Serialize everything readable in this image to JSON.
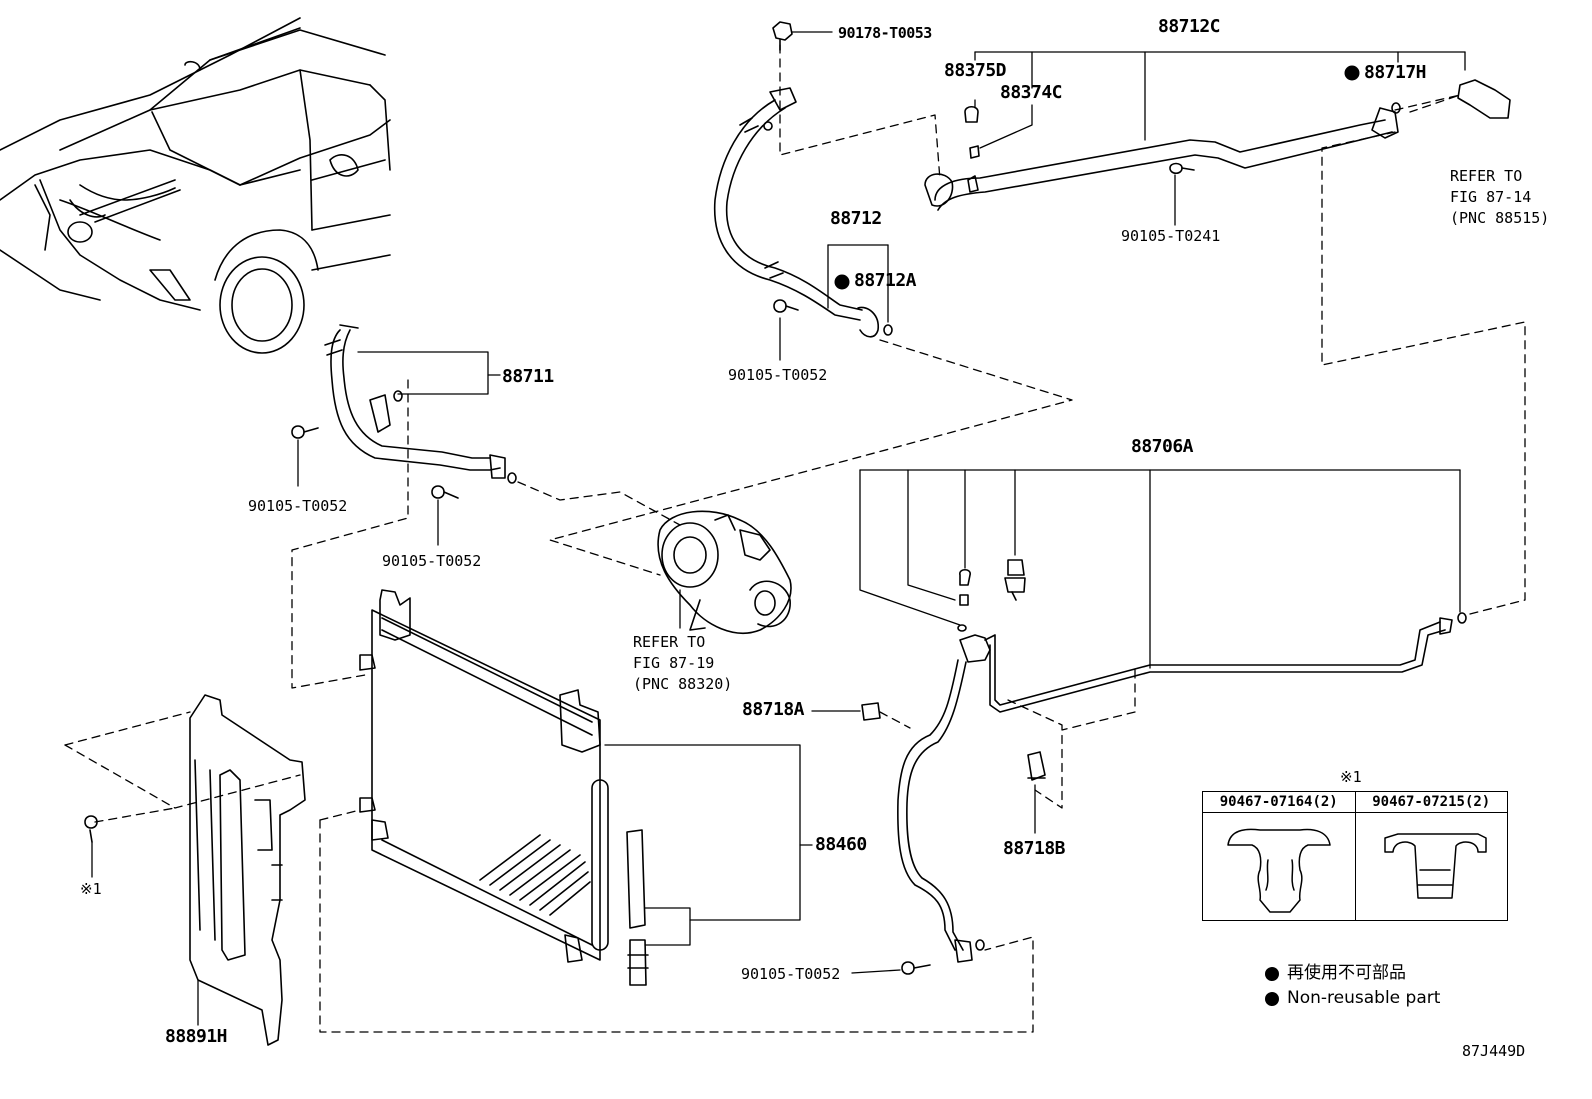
{
  "diagram_id": "87J449D",
  "parts": {
    "p90178_T0053": "90178-T0053",
    "p88712C": "88712C",
    "p88375D": "88375D",
    "p88374C": "88374C",
    "p88717H": "88717H",
    "p90105_T0241": "90105-T0241",
    "p88712": "88712",
    "p88712A": "88712A",
    "p90105_T0052_a": "90105-T0052",
    "p88711": "88711",
    "p90105_T0052_b": "90105-T0052",
    "p90105_T0052_c": "90105-T0052",
    "p88706A": "88706A",
    "p88718A": "88718A",
    "p88718B": "88718B",
    "p88460": "88460",
    "p88891H": "88891H",
    "p90105_T0052_d": "90105-T0052",
    "note_mark": "※1"
  },
  "refs": {
    "ref_88515": "REFER TO\nFIG 87-14\n(PNC 88515)",
    "ref_88320": "REFER TO\nFIG 87-19\n(PNC 88320)"
  },
  "clip_table": {
    "title": "※1",
    "col1": "90467-07164(2)",
    "col2": "90467-07215(2)"
  },
  "legend": {
    "line1": "再使用不可部品",
    "line2": "Non-reusable part"
  }
}
